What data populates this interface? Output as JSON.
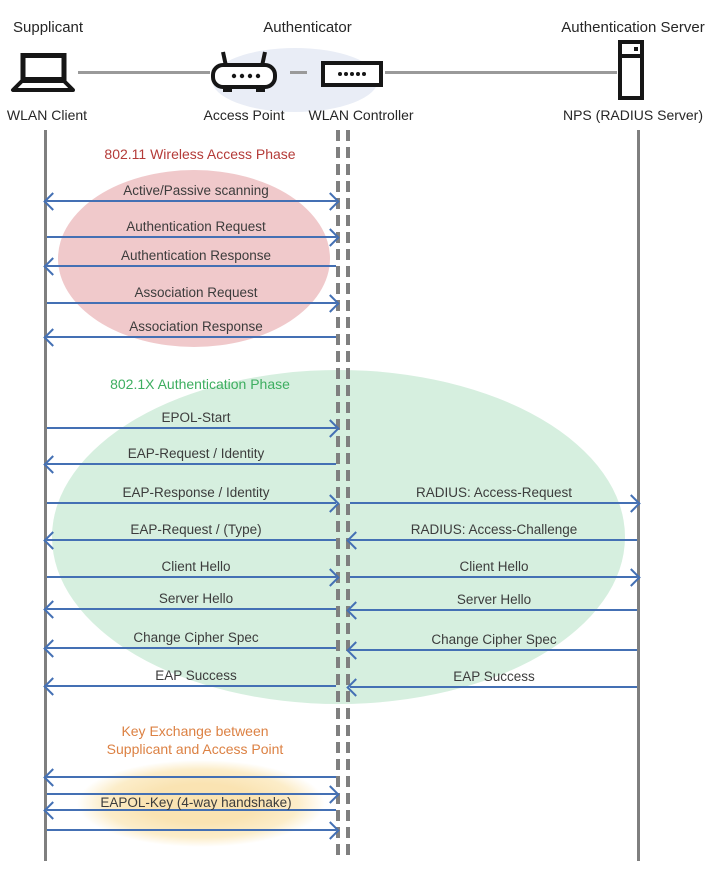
{
  "header": {
    "roles": {
      "supplicant": "Supplicant",
      "authenticator": "Authenticator",
      "authentication_server": "Authentication Server"
    },
    "devices": {
      "wlan_client": "WLAN Client",
      "access_point": "Access Point",
      "wlan_controller": "WLAN Controller",
      "nps": "NPS (RADIUS Server)"
    }
  },
  "phases": {
    "wireless_access": {
      "title": "802.11 Wireless Access Phase",
      "title_color": "#B43B38",
      "ellipse_color": "#F0C9CB"
    },
    "authentication": {
      "title": "802.1X Authentication Phase",
      "title_color": "#3EAE60",
      "ellipse_color": "#D6EFDF"
    },
    "key_exchange": {
      "title_line1": "Key Exchange between",
      "title_line2": "Supplicant and Access Point",
      "title_color": "#DC8143",
      "ellipse_color": "#FBE5B8"
    }
  },
  "messages": {
    "client_to_controller": [
      {
        "label": "Active/Passive scanning",
        "direction": "both"
      },
      {
        "label": "Authentication Request",
        "direction": "right"
      },
      {
        "label": "Authentication Response",
        "direction": "left"
      },
      {
        "label": "Association Request",
        "direction": "right"
      },
      {
        "label": "Association Response",
        "direction": "left"
      },
      {
        "label": "EPOL-Start",
        "direction": "right"
      },
      {
        "label": "EAP-Request / Identity",
        "direction": "left"
      },
      {
        "label": "EAP-Response / Identity",
        "direction": "right"
      },
      {
        "label": "EAP-Request / (Type)",
        "direction": "left"
      },
      {
        "label": "Client Hello",
        "direction": "right"
      },
      {
        "label": "Server Hello",
        "direction": "left"
      },
      {
        "label": "Change Cipher Spec",
        "direction": "left"
      },
      {
        "label": "EAP Success",
        "direction": "left"
      },
      {
        "label": "",
        "direction": "left"
      },
      {
        "label": "",
        "direction": "right"
      },
      {
        "label": "EAPOL-Key (4-way handshake)",
        "direction": "left"
      },
      {
        "label": "",
        "direction": "right"
      }
    ],
    "controller_to_server": [
      {
        "label": "RADIUS: Access-Request",
        "direction": "right"
      },
      {
        "label": "RADIUS: Access-Challenge",
        "direction": "left"
      },
      {
        "label": "Client Hello",
        "direction": "right"
      },
      {
        "label": "Server Hello",
        "direction": "left"
      },
      {
        "label": "Change Cipher Spec",
        "direction": "left"
      },
      {
        "label": "EAP Success",
        "direction": "left"
      }
    ]
  },
  "colors": {
    "arrow_blue": "#4470B4",
    "lifeline_gray": "#7F7F7F",
    "message_text": "#3C3C3C",
    "authenticator_halo": "#E9EDF6",
    "connector_gray": "#9A9A9A",
    "icon_black": "#161616"
  }
}
